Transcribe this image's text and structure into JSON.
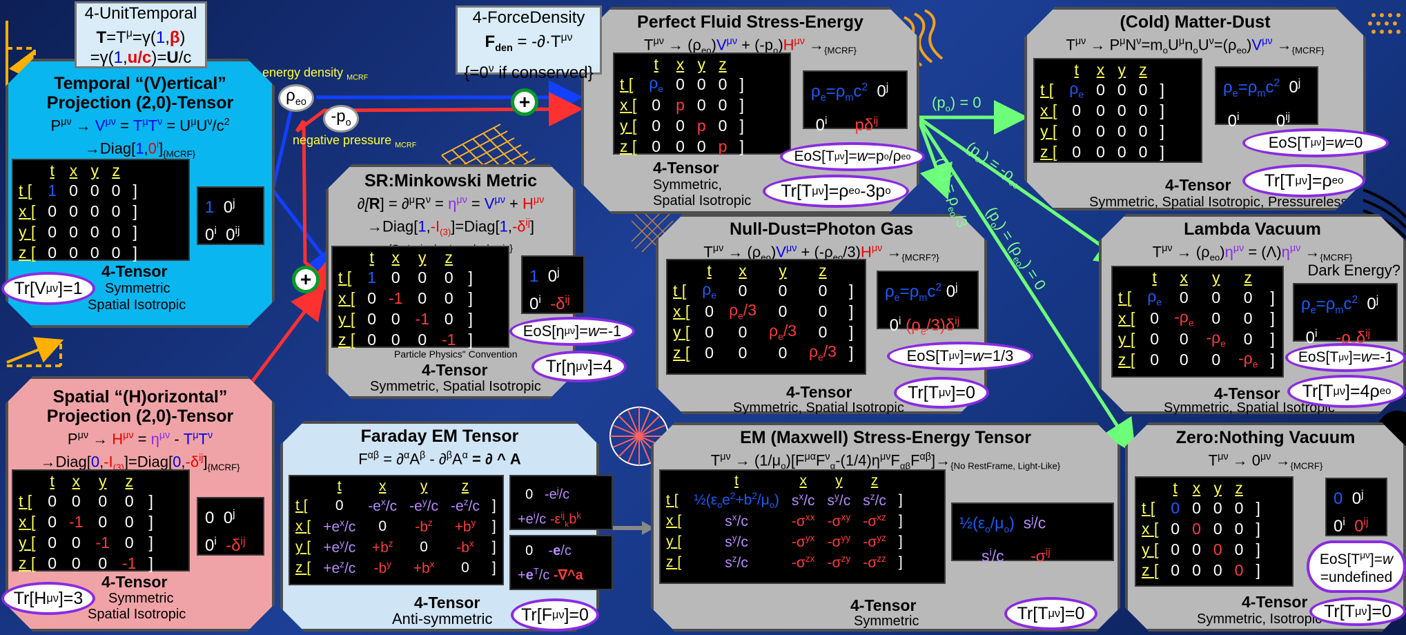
{
  "unit_temporal": {
    "l1": "4-UnitTemporal",
    "l2a": "T",
    "l2b": "=T",
    "l2c": "μ",
    "l2d": "=γ(",
    "l2e": "1",
    ",": ",",
    "l2f": "β",
    "l2g": ")",
    "l3a": "=γ(",
    "l3b": "1",
    "l3c": "u/c",
    "l3d": ")=",
    "l3e": "U",
    "l3f": "/c"
  },
  "force_density": {
    "l1": "4-ForceDensity",
    "l2": "F",
    "l2sub": "den",
    "l2rest": " = -∂·T",
    "l2sup": "μν",
    "l3": "{=0",
    "l3sup": "ν",
    "l3rest": " if conserved}"
  },
  "labels": {
    "energy_density": "energy density",
    "mcrf": "MCRF",
    "negative_pressure": "negative pressure",
    "rho": "ρ",
    "rho_sub": "eo",
    "neg_p": "-p",
    "neg_p_sub": "o",
    "plus": "+"
  },
  "common": {
    "four_tensor": "4-Tensor",
    "t": "t",
    "x": "x",
    "y": "y",
    "z": "z",
    "bra": "[",
    "ket": "]",
    "zero": "0",
    "one": "1"
  },
  "temporal": {
    "title1": "Temporal “(V)ertical”",
    "title2": "Projection (2,0)-Tensor",
    "f1": "P",
    "f1sup": "μν",
    "f1b": " → ",
    "f1c": "V",
    "f1csup": "μν",
    "f1d": " = ",
    "f1e": "T",
    "f1esup": "μ",
    "f1f": "T",
    "f1fsup": "ν",
    "f1g": " = U",
    "f1gsup": "μ",
    "f1h": "U",
    "f1hsup": "ν",
    "f1i": "/c",
    "f1isup": "2",
    "f2a": "→Diag[",
    "f2b": "1",
    ",": ",",
    "f2c": "0",
    "f2csup": "i",
    "f2d": "]",
    "f2sub": "{MCRF}",
    "prop1": "Symmetric",
    "prop2": "Spatial Isotropic",
    "tr": "Tr[V",
    "trsup": "μν",
    "trend": "]=1",
    "sm_1": "1",
    "sm_0j": "0",
    "sm_j": "j",
    "sm_0i": "0",
    "sm_i": "i",
    "sm_0ij": "0",
    "sm_ij": "ij"
  },
  "spatial": {
    "title1": "Spatial “(H)orizontal”",
    "title2": "Projection (2,0)-Tensor",
    "f1a": "P",
    "f1asup": "μν",
    "f1b": " → ",
    "f1c": "H",
    "f1csup": "μν",
    "f1d": " = ",
    "f1e": "η",
    "f1esup": "μν",
    "f1f": " - ",
    "f1g": "T",
    "f1gsup": "μ",
    "f1h": "T",
    "f1hsup": "ν",
    "f2a": "→Diag[",
    "f2b": "0",
    ",": ",",
    "f2c": "-I",
    "f2csub": "(3)",
    "f2d": "]=Diag[",
    "f2e": "0",
    "f2f": "-δ",
    "f2fsup": "ij",
    "f2g": "]",
    "f2sub": "{MCRF}",
    "prop1": "Symmetric",
    "prop2": "Spatial Isotropic",
    "tr": "Tr[H",
    "trsup": "μν",
    "trend": "]=3",
    "neg1": "-1",
    "sm_0": "0",
    "sm_0j": "0",
    "sm_j": "j",
    "sm_0i": "0",
    "sm_i": "i",
    "sm_dij": "-δ",
    "sm_ij": "ij"
  },
  "minkowski": {
    "title": "SR:Minkowski Metric",
    "f1a": "∂[",
    "f1b": "R",
    "f1c": "] = ∂",
    "f1csup": "μ",
    "f1d": "R",
    "f1dsup": "ν",
    "f1e": " = ",
    "f1f": "η",
    "f1fsup": "μν",
    "f1g": " = ",
    "f1h": "V",
    "f1hsup": "μν",
    "f1i": " + ",
    "f1j": "H",
    "f1jsup": "μν",
    "f2a": "→Diag[",
    "f2b": "1",
    ",": ",",
    "f2c": "-I",
    "f2csub": "(3)",
    "f2d": "]=Diag[",
    "f2e": "1",
    "f2f": "-δ",
    "f2fsup": "ij",
    "f2g": "]",
    "note": "{Cartesian/rectangular basis}",
    "note2": "Particle Physics\" Convention",
    "prop": "Symmetric, Spatial Isotropic",
    "eos": "EoS[η",
    "eossup": "μν",
    "eosend": "]=",
    "eosw": "w",
    "eosval": "=-1",
    "tr": "Tr[η",
    "trsup": "μν",
    "trend": "]=4",
    "neg1": "-1",
    "sm_1": "1",
    "sm_0j": "0",
    "sm_j": "j",
    "sm_0i": "0",
    "sm_i": "i",
    "sm_dij": "-δ",
    "sm_ij": "ij"
  },
  "perfect_fluid": {
    "title": "Perfect Fluid Stress-Energy",
    "f1a": "T",
    "f1asup": "μν",
    "f1b": " → (ρ",
    "f1bsub": "eo",
    "f1c": ")",
    "f1d": "V",
    "f1dsup": "μν",
    "f1e": " + (-p",
    "f1esub": "o",
    "f1f": ")",
    "f1g": "H",
    "f1gsup": "μν",
    "f1h": " →",
    "f1sub": "{MCRF}",
    "rho_e": "ρ",
    "rho_e_sub": "e",
    "p": "p",
    "prop1": "Symmetric,",
    "prop2": "Spatial Isotropic",
    "sm1": "ρ",
    "sm1sub": "e",
    "sm1b": "=ρ",
    "sm1bsub": "m",
    "sm1c": "c",
    "sm1csup": "2",
    "sm_0j": "0",
    "sm_j": "j",
    "sm_0i": "0",
    "sm_i": "i",
    "sm_p": "pδ",
    "sm_ij": "ij",
    "eos": "EoS[T",
    "eossup": "μν",
    "eosend": "]=",
    "eosw": "w",
    "eosval": "=p",
    "eosvalsub": "o",
    "eosval2": "/ρ",
    "eosval2sub": "eo",
    "tr": "Tr[T",
    "trsup": "μν",
    "trend": "]=ρ",
    "trsub": "eo",
    "trend2": "-3p",
    "trsub2": "o"
  },
  "matter_dust": {
    "title": "(Cold) Matter-Dust",
    "f1a": "T",
    "f1asup": "μν",
    "f1b": " → P",
    "f1bsup": "μ",
    "f1c": "N",
    "f1csup": "ν",
    "f1d": "=m",
    "f1dsub": "o",
    "f1e": "U",
    "f1esup": "μ",
    "f1f": "n",
    "f1fsub": "o",
    "f1g": "U",
    "f1gsup": "ν",
    "f1h": "=(ρ",
    "f1hsub": "eo",
    "f1i": ")",
    "f1j": "V",
    "f1jsup": "μν",
    "f1k": " →",
    "f1sub": "{MCRF}",
    "rho_e": "ρ",
    "rho_e_sub": "e",
    "props": "Symmetric, Spatial Isotropic, Pressureless",
    "sm1": "ρ",
    "sm1sub": "e",
    "sm1b": "=ρ",
    "sm1bsub": "m",
    "sm1c": "c",
    "sm1csup": "2",
    "sm_0j": "0",
    "sm_j": "j",
    "sm_0i": "0",
    "sm_i": "i",
    "sm_0ij": "0",
    "sm_ij": "ij",
    "eos": "EoS[T",
    "eossup": "μν",
    "eosend": "]=",
    "eosw": "w",
    "eosval": "=0",
    "tr": "Tr[T",
    "trsup": "μν",
    "trend": "]=ρ",
    "trsub": "eo"
  },
  "photon_gas": {
    "title": "Null-Dust=Photon Gas",
    "f1a": "T",
    "f1asup": "μν",
    "f1b": " → (ρ",
    "f1bsub": "eo",
    "f1c": ")",
    "f1d": "V",
    "f1dsup": "μν",
    "f1e": " + (-ρ",
    "f1esub": "eo",
    "f1f": "/3)",
    "f1g": "H",
    "f1gsup": "μν",
    "f1h": " →",
    "f1sub": "{MCRF?}",
    "rho_e": "ρ",
    "rho_e_sub": "e",
    "rho3": "ρ",
    "rho3sub": "e",
    "rho3b": "/3",
    "prop": "Symmetric, Spatial Isotropic",
    "sm1": "ρ",
    "sm1sub": "e",
    "sm1b": "=ρ",
    "sm1bsub": "m",
    "sm1c": "c",
    "sm1csup": "2",
    "sm_0j": "0",
    "sm_j": "j",
    "sm_0i": "0",
    "sm_i": "i",
    "sm_p": "(ρ",
    "sm_psub": "e",
    "sm_p2": "/3)δ",
    "sm_ij": "ij",
    "eos": "EoS[T",
    "eossup": "μν",
    "eosend": "]=",
    "eosw": "w",
    "eosval": "=1/3",
    "tr": "Tr[T",
    "trsup": "μν",
    "trend": "]=0"
  },
  "lambda_vacuum": {
    "title": "Lambda Vacuum",
    "f1a": "T",
    "f1asup": "μν",
    "f1b": " → (ρ",
    "f1bsub": "eo",
    "f1c": ")",
    "f1d": "η",
    "f1dsup": "μν",
    "f1e": " = (Λ)",
    "f1f": "η",
    "f1fsup": "μν",
    "f1g": " →",
    "f1sub": "{MCRF}",
    "dark": "Dark Energy?",
    "rho_e": "ρ",
    "rho_e_sub": "e",
    "neg_rho": "-ρ",
    "neg_rho_sub": "e",
    "prop": "Symmetric, Spatial Isotropic",
    "sm1": "ρ",
    "sm1sub": "e",
    "sm1b": "=ρ",
    "sm1bsub": "m",
    "sm1c": "c",
    "sm1csup": "2",
    "sm_0j": "0",
    "sm_j": "j",
    "sm_0i": "0",
    "sm_i": "i",
    "sm_p": "-ρ",
    "sm_psub": "e",
    "sm_p2": "δ",
    "sm_ij": "ij",
    "eos": "EoS[T",
    "eossup": "μν",
    "eosend": "]=",
    "eosw": "w",
    "eosval": "=-1",
    "tr": "Tr[T",
    "trsup": "μν",
    "trend": "]=4ρ",
    "trsub": "eo"
  },
  "faraday": {
    "title": "Faraday EM Tensor",
    "f1a": "F",
    "f1asup": "αβ",
    "f1b": " = ∂",
    "f1bsup": "α",
    "f1c": "A",
    "f1csup": "β",
    "f1d": " - ∂",
    "f1dsup": "β",
    "f1e": "A",
    "f1esup": "α",
    "f1f": " = ∂ ^ A",
    "rows": [
      [
        "0",
        "-e",
        "x",
        "/c",
        "-e",
        "y",
        "/c",
        "-e",
        "z",
        "/c"
      ],
      [
        "+e",
        "x",
        "/c",
        "0",
        "-b",
        "z",
        "+b",
        "y"
      ],
      [
        "+e",
        "y",
        "/c",
        "+b",
        "z",
        "0",
        "-b",
        "x"
      ],
      [
        "+e",
        "z",
        "/c",
        "-b",
        "y",
        "+b",
        "x",
        "0"
      ]
    ],
    "prop": "Anti-symmetric",
    "sm1_0": "0",
    "sm1_e": "-e",
    "sm1_esup": "j",
    "sm1_c": "/c",
    "sm1_e2": "+e",
    "sm1_e2sup": "i",
    "sm1_c2": "/c",
    "sm1_eps": "-ε",
    "sm1_epssup": "ij",
    "sm1_epssub": "k",
    "sm1_b": "b",
    "sm1_bsup": "k",
    "sm2_0": "0",
    "sm2_e": "-",
    "sm2_eb": "e",
    "sm2_c": "/c",
    "sm2_e2": "+",
    "sm2_e2b": "e",
    "sm2_e2sup": "T",
    "sm2_c2": "/c",
    "sm2_nab": "-∇^",
    "sm2_a": "a",
    "tr": "Tr[F",
    "trsup": "μν",
    "trend": "]=0"
  },
  "em_stress": {
    "title": "EM (Maxwell) Stress-Energy Tensor",
    "f1": "T",
    "f1sup": "μν",
    "f1b": " → (1/μ",
    "f1bsub": "o",
    "f1c": ")[F",
    "f1csup": "μα",
    "f1d": "F",
    "f1dsup": "ν",
    "f1dsub": "α",
    "f1e": "-(1/4)η",
    "f1esup": "μν",
    "f1f": "F",
    "f1fsub": "αβ",
    "f1g": "F",
    "f1gsup": "αβ",
    "f1h": "]→",
    "f1sub": "{No RestFrame, Light-Like}",
    "energy": "½(ε",
    "energy_sub": "o",
    "energy_b": "e",
    "energy_bsup": "2",
    "energy_c": "+b",
    "energy_csup": "2",
    "energy_d": "/μ",
    "energy_dsub": "o",
    "energy_e": ")",
    "s": "s",
    "c": "/c",
    "sigma": "-σ",
    "prop": "Symmetric",
    "sm_s": "s",
    "sm_sj": "j",
    "sm_c": "/c",
    "sm_si": "i",
    "sm_sig": "-σ",
    "sm_ij": "ij",
    "tr": "Tr[T",
    "trsup": "μν",
    "trend": "]=0"
  },
  "zero_vacuum": {
    "title": "Zero:Nothing Vacuum",
    "f1a": "T",
    "f1asup": "μν",
    "f1b": " → 0",
    "f1bsup": "μν",
    "f1c": " →",
    "f1sub": "{MCRF}",
    "prop": "Symmetric, Isotropic",
    "sm_0": "0",
    "sm_0j": "0",
    "sm_j": "j",
    "sm_0i": "0",
    "sm_i": "i",
    "sm_0ij": "0",
    "sm_ij": "ij",
    "eos1": "EoS[T",
    "eossup": "μν",
    "eosend": "]=",
    "eosw": "w",
    "eos2": "=undefined",
    "tr": "Tr[T",
    "trsup": "μν",
    "trend": "]=0"
  },
  "green_labels": {
    "a": "(p",
    "a_sub": "o",
    "a2": ") = 0",
    "b": "(p",
    "b_sub": "o",
    "b2": ") = -ρ",
    "b2sub": "eo",
    "c": "(p",
    "c_sub": "o",
    "c2": ") = ρ",
    "c2sub": "eo",
    "c3": "/3",
    "d": "(p",
    "d_sub": "o",
    "d2": ") = (ρ",
    "d2sub": "eo",
    "d3": ") = 0"
  },
  "colors": {
    "blue": "#1a5cff",
    "red": "#ff3b3b",
    "green": "#7dff8c",
    "yellow": "#ffff55",
    "purple": "#8a2be2"
  }
}
